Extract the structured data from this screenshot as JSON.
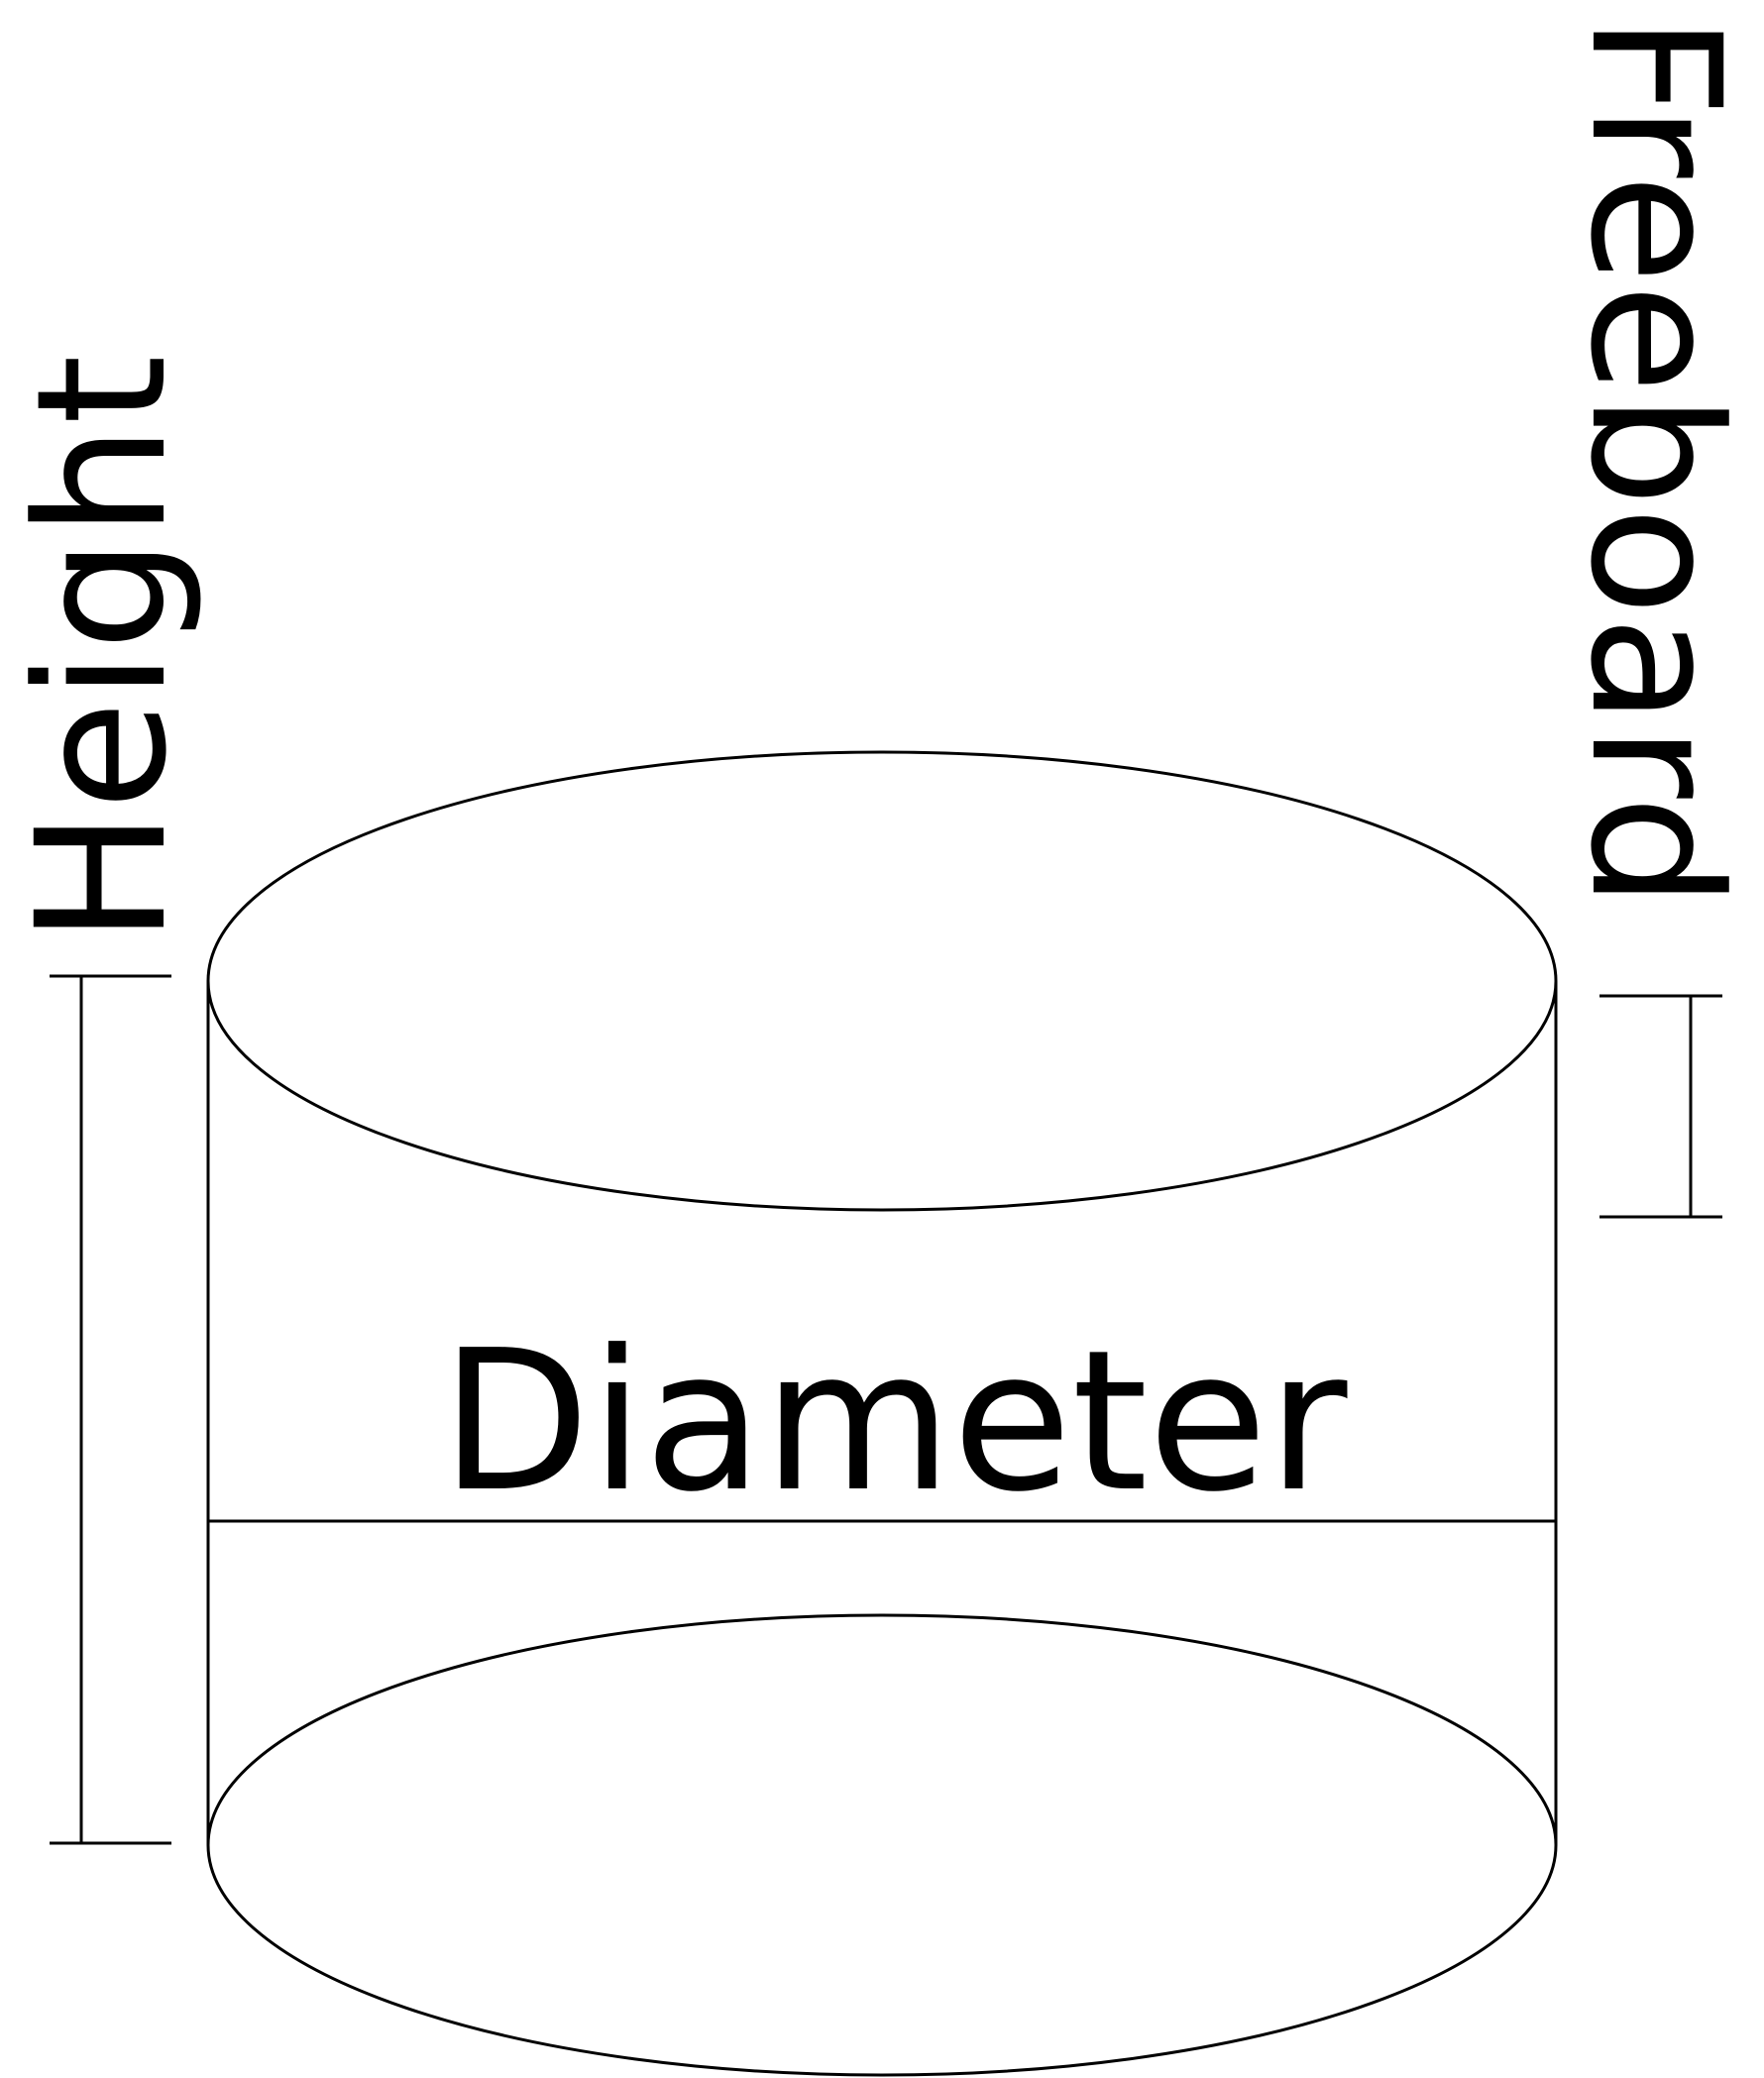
{
  "labels": {
    "height": "Height",
    "freeboard": "Freeboard",
    "diameter": "Diameter"
  },
  "colors": {
    "stroke": "#000000",
    "background": "#ffffff"
  }
}
